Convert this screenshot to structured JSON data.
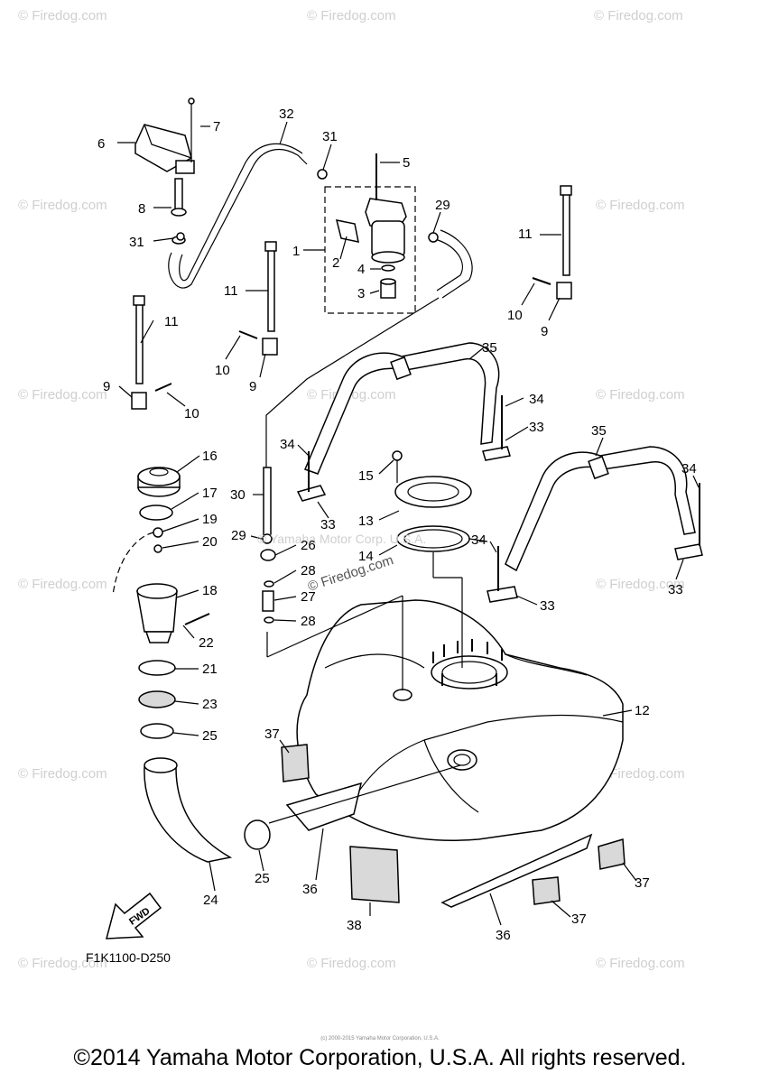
{
  "diagram_code": "F1K1100-D250",
  "fwd_label": "FWD",
  "copyright": "©2014 Yamaha Motor Corporation, U.S.A. All rights reserved.",
  "tiny_text": "(c) 2000-2015 Yamaha Motor Corporation, U.S.A.",
  "center_watermark": "© Yamaha Motor Corp. U.S.A.",
  "site_watermark": "© Firedog.com",
  "callouts": {
    "c1": "1",
    "c2": "2",
    "c3": "3",
    "c4": "4",
    "c5": "5",
    "c6": "6",
    "c7": "7",
    "c8": "8",
    "c9": "9",
    "c10": "10",
    "c11": "11",
    "c12": "12",
    "c13": "13",
    "c14": "14",
    "c15": "15",
    "c16": "16",
    "c17": "17",
    "c18": "18",
    "c19": "19",
    "c20": "20",
    "c21": "21",
    "c22": "22",
    "c23": "23",
    "c24": "24",
    "c25": "25",
    "c26": "26",
    "c27": "27",
    "c28": "28",
    "c29": "29",
    "c30": "30",
    "c31": "31",
    "c32": "32",
    "c33": "33",
    "c34": "34",
    "c35": "35",
    "c36": "36",
    "c37": "37",
    "c38": "38"
  },
  "colors": {
    "line": "#000000",
    "watermark": "#cfcfcf",
    "background": "#ffffff"
  }
}
